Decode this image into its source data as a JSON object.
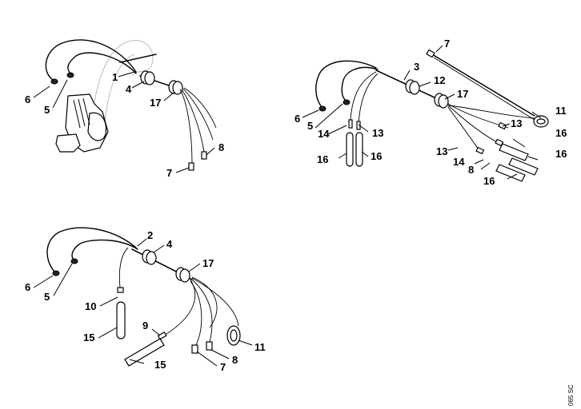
{
  "code": "065 SC",
  "groups": [
    {
      "id": "top-left",
      "labels": [
        "1",
        "4",
        "17",
        "6",
        "5",
        "8",
        "7"
      ]
    },
    {
      "id": "top-right",
      "labels": [
        "7",
        "3",
        "12",
        "17",
        "11",
        "6",
        "5",
        "14",
        "13",
        "13",
        "13",
        "16",
        "16",
        "16",
        "14",
        "8",
        "16",
        "16"
      ]
    },
    {
      "id": "bottom-left",
      "labels": [
        "2",
        "4",
        "17",
        "6",
        "5",
        "10",
        "15",
        "9",
        "15",
        "11",
        "8",
        "7"
      ]
    }
  ]
}
